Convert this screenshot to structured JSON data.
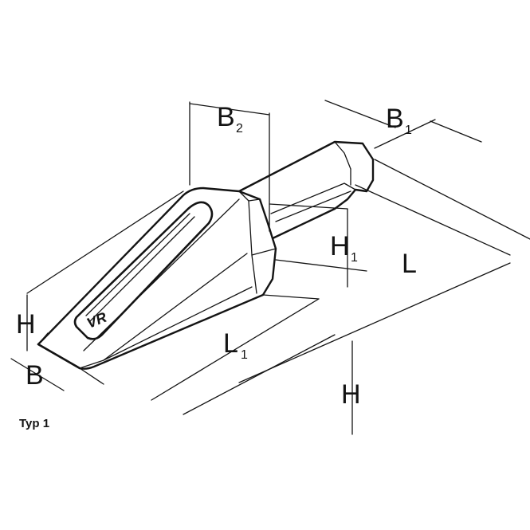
{
  "diagram": {
    "type_label": "Typ 1",
    "logo_text": "VR",
    "dimensions": {
      "B2": {
        "main": "B",
        "sub": "2"
      },
      "B1": {
        "main": "B",
        "sub": "1"
      },
      "H1": {
        "main": "H",
        "sub": "1"
      },
      "L": {
        "main": "L",
        "sub": ""
      },
      "H_left": {
        "main": "H",
        "sub": ""
      },
      "L1": {
        "main": "L",
        "sub": "1"
      },
      "B": {
        "main": "B",
        "sub": ""
      },
      "H_right": {
        "main": "H",
        "sub": ""
      }
    }
  }
}
